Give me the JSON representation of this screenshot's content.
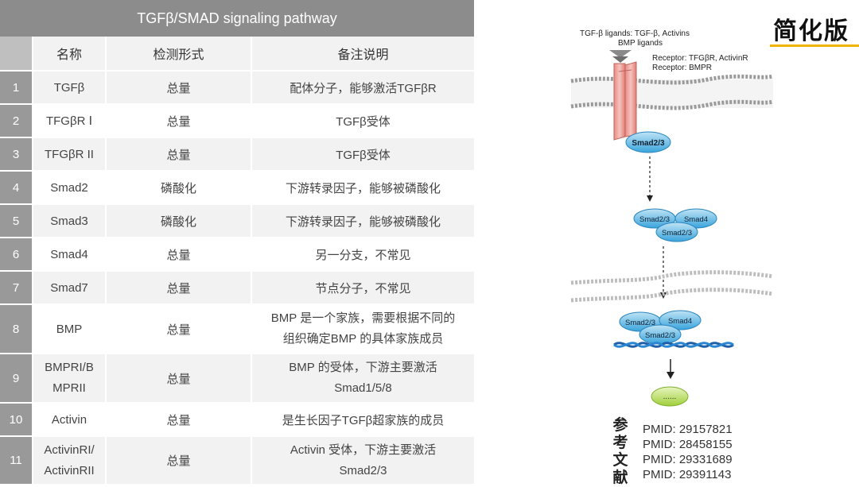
{
  "table": {
    "title": "TGFβ/SMAD signaling pathway",
    "headers": [
      "",
      "名称",
      "检测形式",
      "备注说明"
    ],
    "rows": [
      {
        "num": "1",
        "name": "TGFβ",
        "form": "总量",
        "note": "配体分子，能够激活TGFβR"
      },
      {
        "num": "2",
        "name": "TFGβR Ⅰ",
        "form": "总量",
        "note": "TGFβ受体"
      },
      {
        "num": "3",
        "name": "TFGβR II",
        "form": "总量",
        "note": "TGFβ受体"
      },
      {
        "num": "4",
        "name": "Smad2",
        "form": "磷酸化",
        "note": "下游转录因子，能够被磷酸化"
      },
      {
        "num": "5",
        "name": "Smad3",
        "form": "磷酸化",
        "note": "下游转录因子，能够被磷酸化"
      },
      {
        "num": "6",
        "name": "Smad4",
        "form": "总量",
        "note": "另一分支，不常见"
      },
      {
        "num": "7",
        "name": "Smad7",
        "form": "总量",
        "note": "节点分子，不常见"
      },
      {
        "num": "8",
        "name": "BMP",
        "form": "总量",
        "note": "BMP 是一个家族，需要根据不同的\n组织确定BMP 的具体家族成员"
      },
      {
        "num": "9",
        "name": "BMPRI/B\nMPRII",
        "form": "总量",
        "note": "BMP 的受体，下游主要激活\nSmad1/5/8"
      },
      {
        "num": "10",
        "name": "Activin",
        "form": "总量",
        "note": "是生长因子TGFβ超家族的成员"
      },
      {
        "num": "11",
        "name": "ActivinRI/\nActivinRII",
        "form": "总量",
        "note": "Activin 受体，下游主要激活\nSmad2/3"
      }
    ]
  },
  "side": {
    "title": "简化版",
    "accent_color": "#f0b400"
  },
  "diagram": {
    "ligands_line1": "TGF-β ligands: TGF-β, Activins",
    "ligands_line2": "BMP ligands",
    "receptor_line1": "Receptor: TFGβR, ActivinR",
    "receptor_line2": "Receptor: BMPR",
    "smad23": "Smad2/3",
    "smad4": "Smad4",
    "ellipsis": "......"
  },
  "references": {
    "label": "参考文献",
    "pmids": [
      "PMID: 29157821",
      "PMID: 28458155",
      "PMID: 29331689",
      "PMID: 29391143"
    ]
  }
}
